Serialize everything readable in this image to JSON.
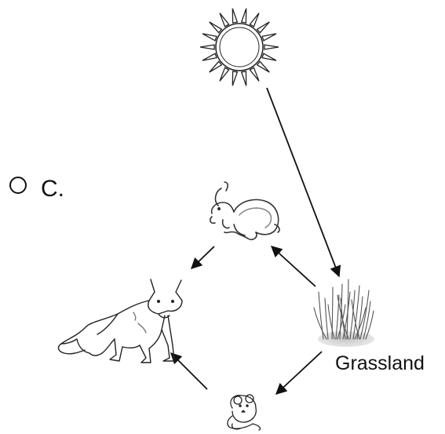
{
  "question": {
    "option_letter": "C."
  },
  "diagram": {
    "habitat_label": "Grassland",
    "nodes": [
      {
        "id": "sun",
        "icon": "sun-icon"
      },
      {
        "id": "grass",
        "icon": "grass-icon"
      },
      {
        "id": "rabbit",
        "icon": "rabbit-icon"
      },
      {
        "id": "mouse",
        "icon": "mouse-icon"
      },
      {
        "id": "fox",
        "icon": "fox-icon"
      }
    ],
    "arrows": [
      {
        "from": "sun",
        "to": "grass"
      },
      {
        "from": "grass",
        "to": "rabbit"
      },
      {
        "from": "grass",
        "to": "mouse"
      },
      {
        "from": "rabbit",
        "to": "fox"
      },
      {
        "from": "mouse",
        "to": "fox"
      }
    ]
  }
}
